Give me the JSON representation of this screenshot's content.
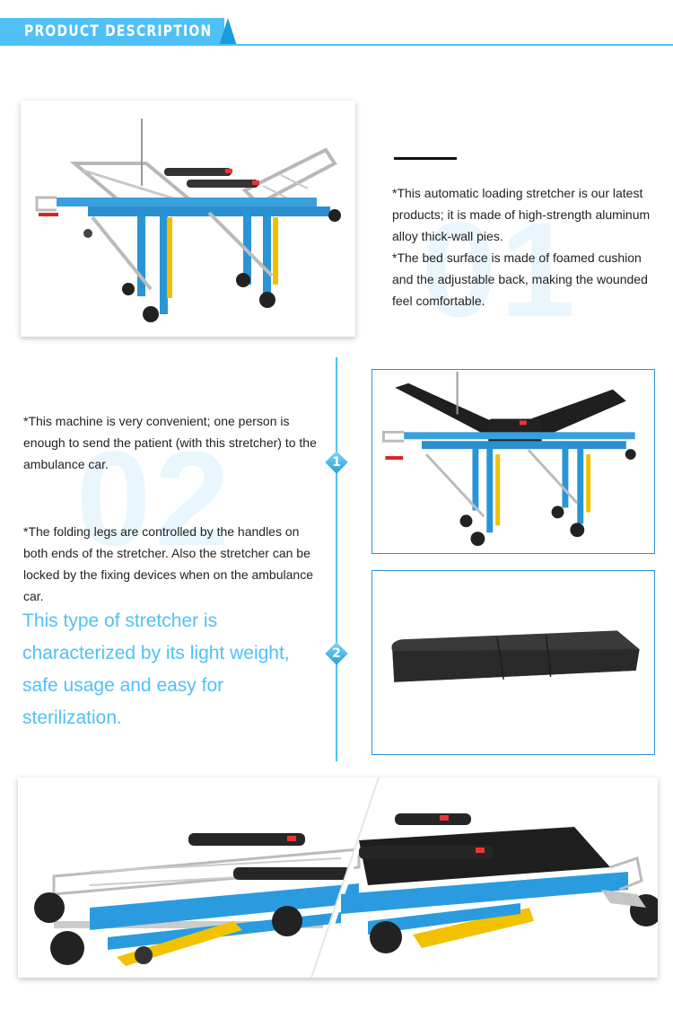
{
  "header": {
    "title": "PRODUCT DESCRIPTION",
    "accent_color": "#4fc1f6",
    "accent_dark": "#1a9bdc"
  },
  "section1": {
    "watermark": "01",
    "image": "stretcher-frame-without-mattress",
    "paragraphs": [
      "*This automatic loading stretcher is our latest products; it is made of high-strength aluminum alloy thick-wall pies.",
      "*The bed surface is made of foamed cushion and the adjustable back, making the wounded feel comfortable."
    ]
  },
  "section2": {
    "watermark": "02",
    "paragraphs": [
      "*This machine is very convenient; one person is enough to send the patient (with this stretcher) to the ambulance car.",
      "*The folding legs are controlled by the handles on both ends of the stretcher. Also the stretcher can be locked by the fixing devices when on the ambulance car."
    ],
    "highlight": "This type of stretcher is characterized by its light weight, safe usage and easy for sterilization.",
    "highlight_color": "#4fc1f6",
    "markers": [
      "1",
      "2"
    ],
    "images": [
      "stretcher-with-mattress",
      "foam-mattress-cushion"
    ]
  },
  "section3": {
    "image": "folded-stretcher-comparison"
  }
}
